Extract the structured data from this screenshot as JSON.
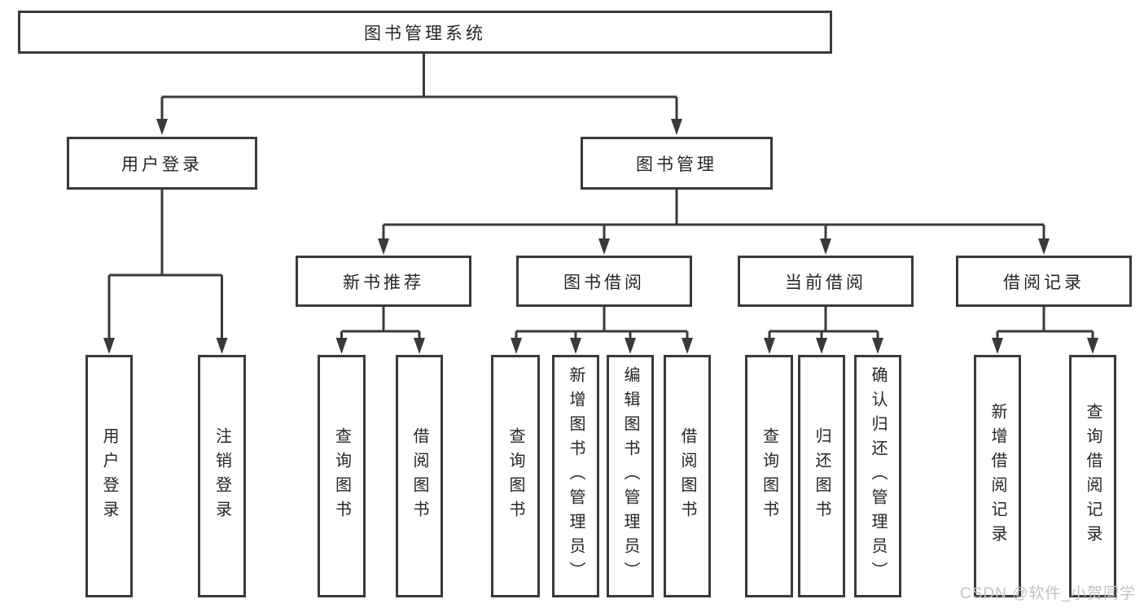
{
  "diagram": {
    "title": "图书管理系统",
    "type": "functional-structure-tree",
    "colors": {
      "background": "#ffffff",
      "line": "#3a3a3a",
      "text": "#262626",
      "watermark": "#c2c2c2"
    },
    "hierarchy": {
      "图书管理系统": {
        "用户登录": [
          "用户登录",
          "注销登录"
        ],
        "图书管理": {
          "新书推荐": [
            "查询图书",
            "借阅图书"
          ],
          "图书借阅": [
            "查询图书",
            "新增图书（管理员）",
            "编辑图书（管理员）",
            "借阅图书"
          ],
          "当前借阅": [
            "查询图书",
            "归还图书",
            "确认归还（管理员）"
          ],
          "借阅记录": [
            "新增借阅记录",
            "查询借阅记录"
          ]
        }
      }
    }
  },
  "nodes": {
    "root": {
      "label": "图书管理系统"
    },
    "user_login": {
      "label": "用户登录"
    },
    "book_management": {
      "label": "图书管理"
    },
    "new_book_recommend": {
      "label": "新书推荐"
    },
    "book_borrow": {
      "label": "图书借阅"
    },
    "current_borrow": {
      "label": "当前借阅"
    },
    "borrow_records": {
      "label": "借阅记录"
    },
    "leaf_user_login": {
      "label": "用户登录"
    },
    "leaf_logout": {
      "label": "注销登录"
    },
    "leaf_nb_query": {
      "label": "查询图书"
    },
    "leaf_nb_borrow": {
      "label": "借阅图书"
    },
    "leaf_bb_query": {
      "label": "查询图书"
    },
    "leaf_bb_add": {
      "label": "新增图书（管理员）"
    },
    "leaf_bb_edit": {
      "label": "编辑图书（管理员）"
    },
    "leaf_bb_borrow": {
      "label": "借阅图书"
    },
    "leaf_cb_query": {
      "label": "查询图书"
    },
    "leaf_cb_return": {
      "label": "归还图书"
    },
    "leaf_cb_confirm": {
      "label": "确认归还（管理员）"
    },
    "leaf_br_add": {
      "label": "新增借阅记录"
    },
    "leaf_br_query": {
      "label": "查询借阅记录"
    }
  },
  "watermark": "CSDN @软件_小贺同学"
}
